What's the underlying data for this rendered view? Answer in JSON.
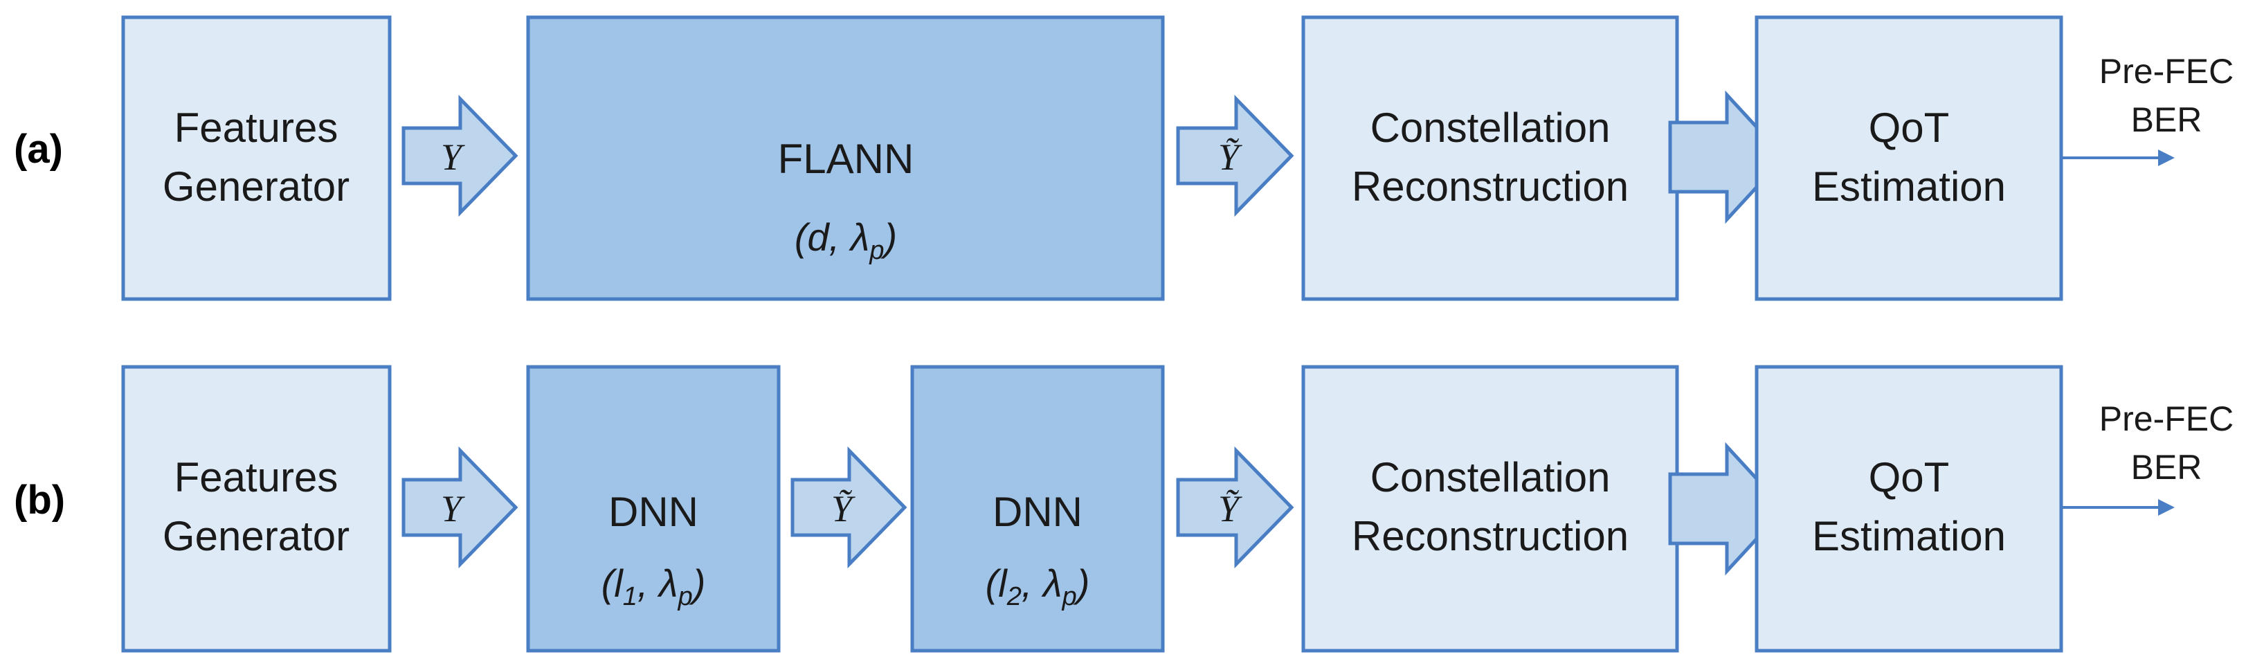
{
  "rows": [
    {
      "label": "(a)",
      "boxes": [
        {
          "id": "features",
          "lines": [
            "Features",
            "Generator"
          ]
        },
        {
          "id": "flann",
          "lines": [
            "FLANN"
          ],
          "param": "(d, λp)"
        },
        {
          "id": "constellation",
          "lines": [
            "Constellation",
            "Reconstruction"
          ]
        },
        {
          "id": "qot",
          "lines": [
            "QoT",
            "Estimation"
          ]
        }
      ],
      "arrows": [
        "Y",
        "Ỹ",
        ""
      ],
      "output": [
        "Pre-FEC",
        "BER"
      ]
    },
    {
      "label": "(b)",
      "boxes": [
        {
          "id": "features",
          "lines": [
            "Features",
            "Generator"
          ]
        },
        {
          "id": "dnn1",
          "lines": [
            "DNN"
          ],
          "param": "(l1, λp)"
        },
        {
          "id": "dnn2",
          "lines": [
            "DNN"
          ],
          "param": "(l2, λp)"
        },
        {
          "id": "constellation",
          "lines": [
            "Constellation",
            "Reconstruction"
          ]
        },
        {
          "id": "qot",
          "lines": [
            "QoT",
            "Estimation"
          ]
        }
      ],
      "arrows": [
        "Y",
        "Ỹ",
        "Ỹ",
        ""
      ],
      "output": [
        "Pre-FEC",
        "BER"
      ]
    }
  ],
  "colors": {
    "box_light": "#deeaf6",
    "box_dark": "#a0c3e8",
    "arrow_fill": "#bdd6ee",
    "stroke": "#4a7ec4"
  }
}
